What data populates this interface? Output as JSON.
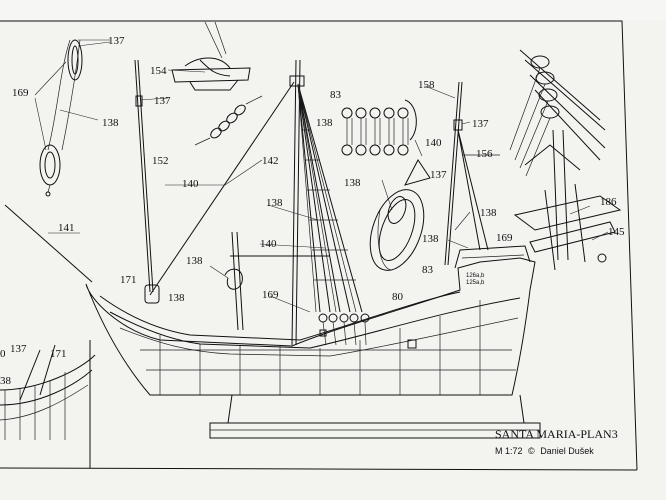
{
  "plan": {
    "title": "SANTA MARIA-PLAN3",
    "scale": "M 1:72",
    "copyright_symbol": "©",
    "author": "Daniel Dušek"
  },
  "callouts": [
    {
      "id": "c137a",
      "text": "137"
    },
    {
      "id": "c169a",
      "text": "169"
    },
    {
      "id": "c138a",
      "text": "138"
    },
    {
      "id": "c154",
      "text": "154"
    },
    {
      "id": "c137b",
      "text": "137"
    },
    {
      "id": "c152",
      "text": "152"
    },
    {
      "id": "c140a",
      "text": "140"
    },
    {
      "id": "c141",
      "text": "141"
    },
    {
      "id": "c171a",
      "text": "171"
    },
    {
      "id": "c138b",
      "text": "138"
    },
    {
      "id": "c138c",
      "text": "138"
    },
    {
      "id": "c142",
      "text": "142"
    },
    {
      "id": "c138d",
      "text": "138"
    },
    {
      "id": "c140b",
      "text": "140"
    },
    {
      "id": "c169b",
      "text": "169"
    },
    {
      "id": "c83a",
      "text": "83"
    },
    {
      "id": "c138e",
      "text": "138"
    },
    {
      "id": "c158",
      "text": "158"
    },
    {
      "id": "c137c",
      "text": "137"
    },
    {
      "id": "c140c",
      "text": "140"
    },
    {
      "id": "c156",
      "text": "156"
    },
    {
      "id": "c137d",
      "text": "137"
    },
    {
      "id": "c138f",
      "text": "138"
    },
    {
      "id": "c138g",
      "text": "138"
    },
    {
      "id": "c169c",
      "text": "169"
    },
    {
      "id": "c138h",
      "text": "138"
    },
    {
      "id": "c83b",
      "text": "83"
    },
    {
      "id": "c80",
      "text": "80"
    },
    {
      "id": "c126",
      "text": "126a,b"
    },
    {
      "id": "c125",
      "text": "125a,b"
    },
    {
      "id": "c186",
      "text": "186"
    },
    {
      "id": "c145",
      "text": "145"
    },
    {
      "id": "c0",
      "text": "0"
    },
    {
      "id": "c137e",
      "text": "137"
    },
    {
      "id": "c171b",
      "text": "171"
    },
    {
      "id": "c38",
      "text": "38"
    }
  ]
}
